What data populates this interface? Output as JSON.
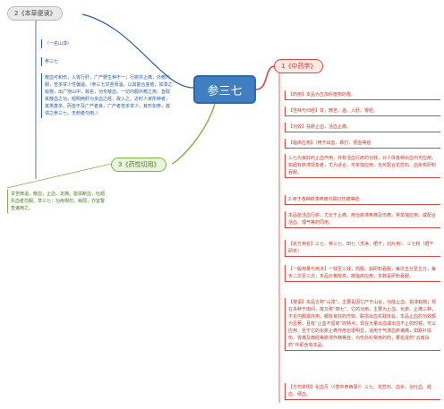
{
  "central": {
    "title": "参三七"
  },
  "branches": {
    "left": {
      "label": "2《本草便读》",
      "notes": [
        "（一名山漆）",
        "参三七",
        "散血可和伤，入胃行肝，广产野生种不一；行瘀并止痛，外敷内服，苦多甘少性偏温。（参三七甘苦而温，以其能合金疮，如漆之粘物，出广地山中，故名，功专散血，一切内服外敷之用，皆取其散血之功，昭明两肝为多血之经，故入之，近时人家所种者，其类甚多，而皆不及广产者良，广产者苦多甘少，其形如参，故谓之参三七，无刺者勿用。）"
      ]
    },
    "right": {
      "label": "1《中药学》",
      "notes": [
        "【药用】本品为五加科植物的根。",
        "【性味与归经】甘，微苦，温。入肝、胃经。",
        "【功效】祛瘀止血，活血止痛。",
        "【临床应用】（用于出血、跌打、便血等症",
        "三七为良好的止血作用，并有活血行瘀的功效，对人体各种出血均可应用，如衄有瘀滞现象者，尤为适合，可单独应用，也可配合花蕊石、血余炭研粉吞服。",
        "2.用于各种瘀滞疼痛与跌打伤痛等症",
        "本品能活血行瘀，尤长于止痛，用治瘀滞疼痛及伤痛，常单独应用，或配合活血、理气等药同用。",
        "【处方用名】三七、参三七、田七（洗净，晒干，切片用）、三七粉（晒干研末）",
        "【一般用量与用法】一钱至三钱，煎服。如研粉吞服，每次五分至五分，每天二次至三次，本品价格较高，故临床应用，多数是研粉吞服。",
        "【按语】本品古称“山漆”，主要是因它产于山谷，功能止血，如漆粘物；现在多种于田间，故又称“田七”。它的功用，主要为止血、化瘀、止痛三种，不论内服或外用，都有良好的疗效。跌损出血实践体会，本品止血的功效颇为显著，且有“止血不留瘀”的特点，现在大量出血或出血不止的时候，可以应用。至于它的化瘀止痛作用也很明显，适用于气滞血瘀诸痛，如跌扑损伤、胃痛及痛经等瘀滞作痛等症，为伤外科常用的药，著名成药“云南白药”中即含有本品。",
        "【方剂举例】化血丹（《衷中参西录》）三七、花蕊石、血余，治吐血、衄血、便血。"
      ]
    },
    "green": {
      "label": "3《药性切用》",
      "notes": [
        "甘苦微温，散血，止血，定痛。能损断血，吐衄失血者勿服。草三七：功用相仿，稍弱，亦宜警查诸用之。"
      ]
    }
  },
  "colors": {
    "central": "#3f7fc1",
    "left": "#2a5b9c",
    "right": "#d9463e",
    "green": "#7cb342"
  }
}
